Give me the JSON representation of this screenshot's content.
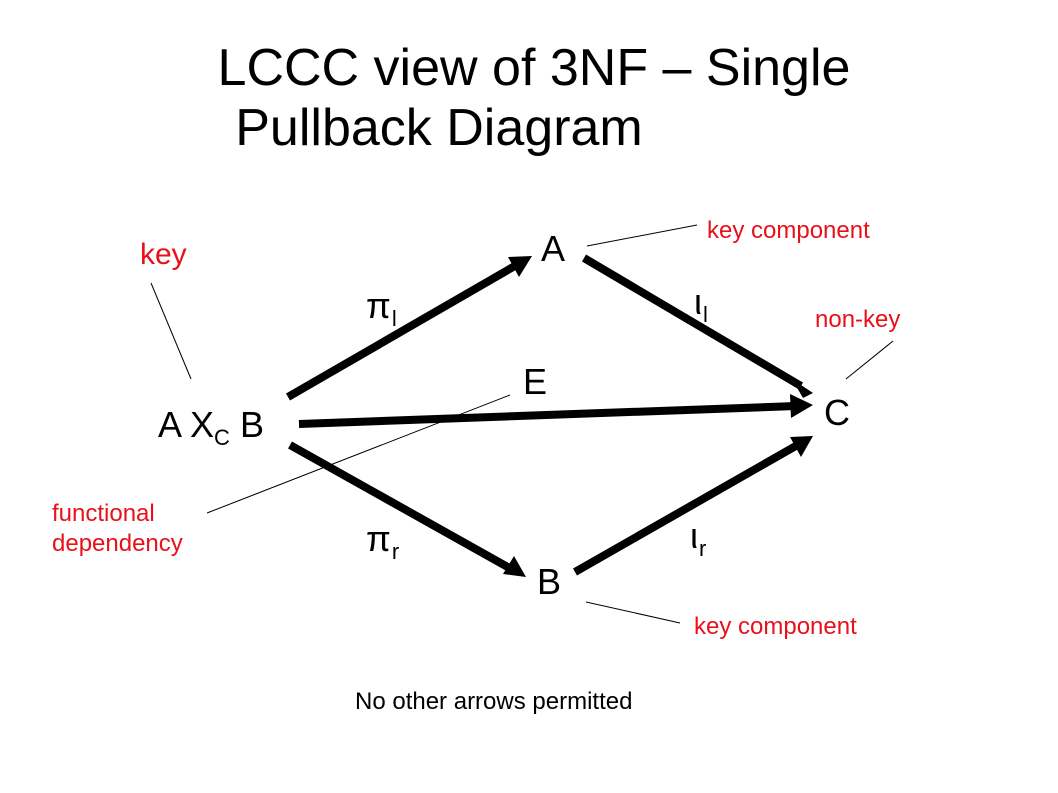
{
  "title": {
    "line1": "LCCC view of 3NF – Single",
    "line2": "Pullback Diagram"
  },
  "nodes": {
    "product": {
      "a": "A X",
      "sub": "C",
      "b": " B"
    },
    "a": "A",
    "b": "B",
    "c": "C",
    "e": "E"
  },
  "arrow_labels": {
    "pi_l": {
      "base": "π",
      "sub": "l"
    },
    "pi_r": {
      "base": "π",
      "sub": "r"
    },
    "i_l": {
      "base": "ι",
      "sub": "l"
    },
    "i_r": {
      "base": "ι",
      "sub": "r"
    }
  },
  "annotations": {
    "key": "key",
    "key_component_top": "key component",
    "non_key": "non-key",
    "functional_dependency_1": "functional",
    "functional_dependency_2": "dependency",
    "key_component_bottom": "key component"
  },
  "footer": "No other arrows permitted",
  "colors": {
    "annotation": "#e8111a",
    "arrow": "#000000"
  }
}
